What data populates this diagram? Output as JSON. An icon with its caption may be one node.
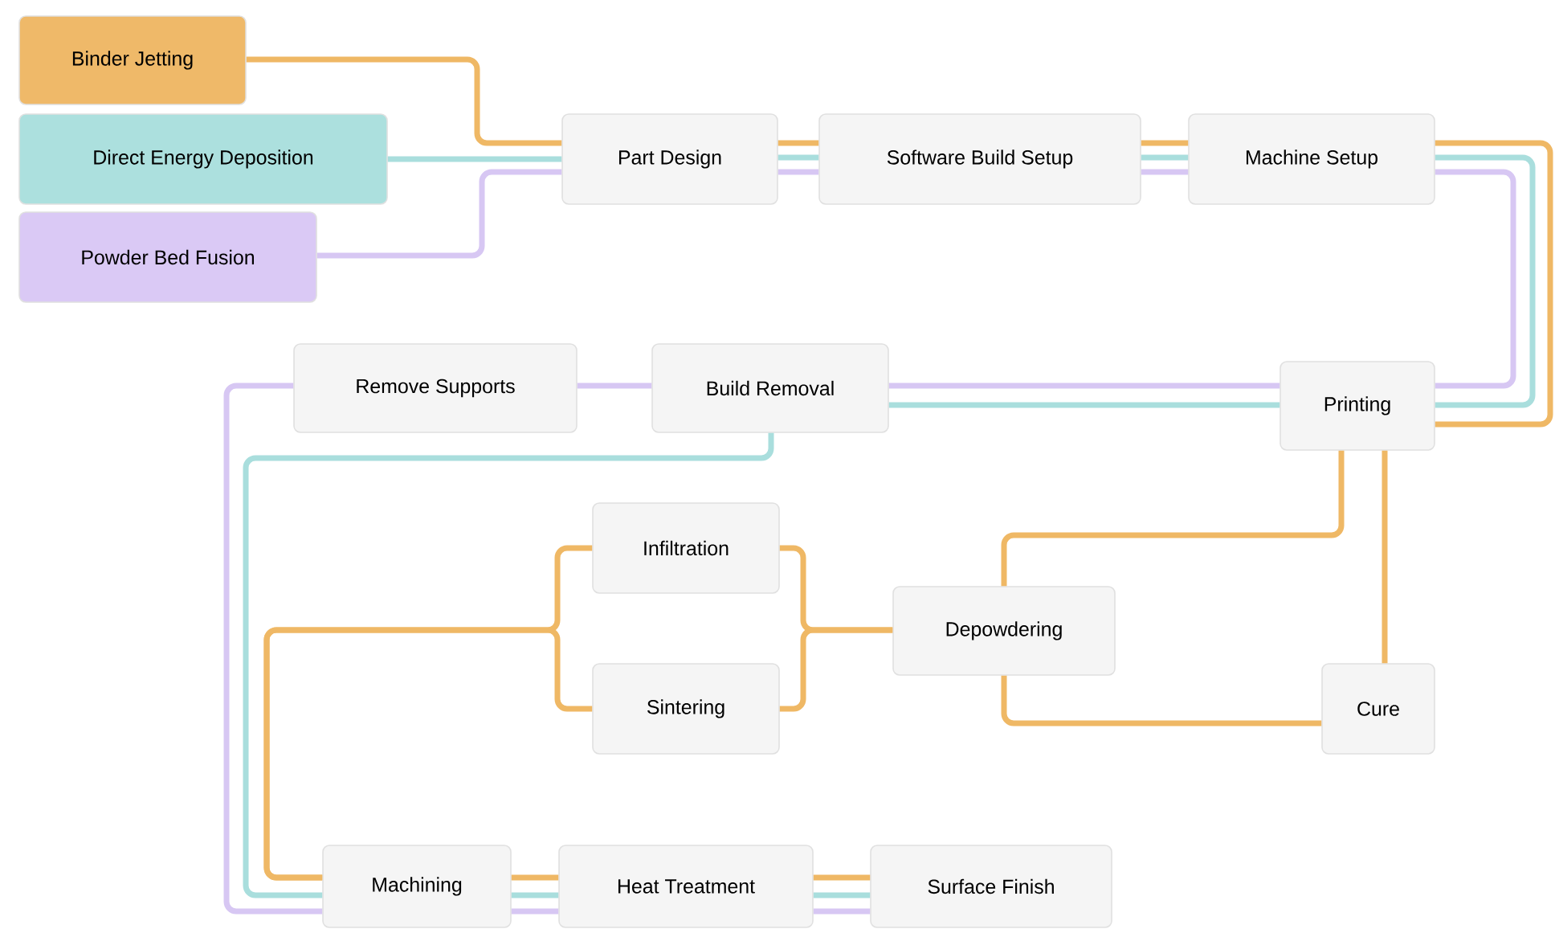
{
  "diagram": {
    "nodes": [
      {
        "text": [
          "Binder Jetting"
        ]
      },
      {
        "text": [
          "Direct Energy Deposition"
        ]
      },
      {
        "text": [
          "Powder Bed Fusion"
        ]
      },
      {
        "text": [
          "Part Design"
        ]
      },
      {
        "text": [
          "Software Build Setup"
        ]
      },
      {
        "text": [
          "Machine Setup"
        ]
      },
      {
        "text": [
          "Printing"
        ]
      },
      {
        "text": [
          "Build Removal"
        ]
      },
      {
        "text": [
          "Remove Supports"
        ]
      },
      {
        "text": [
          "Infiltration"
        ]
      },
      {
        "text": [
          "Sintering"
        ]
      },
      {
        "text": [
          "Depowdering"
        ]
      },
      {
        "text": [
          "Cure"
        ]
      },
      {
        "text": [
          "Machining"
        ]
      },
      {
        "text": [
          "Heat Treatment"
        ]
      },
      {
        "text": [
          "Surface Finish"
        ]
      }
    ],
    "edges": [
      {
        "from": 0,
        "to": 3,
        "arrow": "none",
        "color": "#efb865"
      },
      {
        "from": 3,
        "to": 4,
        "arrow": "none",
        "color": "#efb865"
      },
      {
        "from": 4,
        "to": 5,
        "arrow": "none",
        "color": "#efb865"
      },
      {
        "from": 5,
        "to": 6,
        "arrow": "none",
        "color": "#efb865"
      },
      {
        "from": 6,
        "to": 11,
        "arrow": "none",
        "color": "#efb865"
      },
      {
        "from": 6,
        "to": 12,
        "arrow": "none",
        "color": "#efb865"
      },
      {
        "from": 12,
        "to": 11,
        "arrow": "none",
        "color": "#efb865"
      },
      {
        "from": 11,
        "to": 9,
        "arrow": "none",
        "color": "#efb865"
      },
      {
        "from": 11,
        "to": 10,
        "arrow": "none",
        "color": "#efb865"
      },
      {
        "from": 9,
        "to": 13,
        "arrow": "none",
        "color": "#efb865"
      },
      {
        "from": 10,
        "to": 13,
        "arrow": "none",
        "color": "#efb865"
      },
      {
        "from": 13,
        "to": 14,
        "arrow": "none",
        "color": "#efb865"
      },
      {
        "from": 14,
        "to": 15,
        "arrow": "none",
        "color": "#efb865"
      },
      {
        "from": 1,
        "to": 3,
        "arrow": "none",
        "color": "#a9dedd"
      },
      {
        "from": 3,
        "to": 4,
        "arrow": "none",
        "color": "#a9dedd"
      },
      {
        "from": 4,
        "to": 5,
        "arrow": "none",
        "color": "#a9dedd"
      },
      {
        "from": 5,
        "to": 6,
        "arrow": "none",
        "color": "#a9dedd"
      },
      {
        "from": 6,
        "to": 7,
        "arrow": "none",
        "color": "#a9dedd"
      },
      {
        "from": 7,
        "to": 13,
        "arrow": "none",
        "color": "#a9dedd"
      },
      {
        "from": 13,
        "to": 14,
        "arrow": "none",
        "color": "#a9dedd"
      },
      {
        "from": 14,
        "to": 15,
        "arrow": "none",
        "color": "#a9dedd"
      },
      {
        "from": 2,
        "to": 3,
        "arrow": "none",
        "color": "#d7c7f3"
      },
      {
        "from": 3,
        "to": 4,
        "arrow": "none",
        "color": "#d7c7f3"
      },
      {
        "from": 4,
        "to": 5,
        "arrow": "none",
        "color": "#d7c7f3"
      },
      {
        "from": 5,
        "to": 6,
        "arrow": "none",
        "color": "#d7c7f3"
      },
      {
        "from": 6,
        "to": 7,
        "arrow": "none",
        "color": "#d7c7f3"
      },
      {
        "from": 7,
        "to": 8,
        "arrow": "none",
        "color": "#d7c7f3"
      },
      {
        "from": 8,
        "to": 13,
        "arrow": "none",
        "color": "#d7c7f3"
      },
      {
        "from": 13,
        "to": 14,
        "arrow": "none",
        "color": "#d7c7f3"
      },
      {
        "from": 14,
        "to": 15,
        "arrow": "none",
        "color": "#d7c7f3"
      }
    ]
  }
}
